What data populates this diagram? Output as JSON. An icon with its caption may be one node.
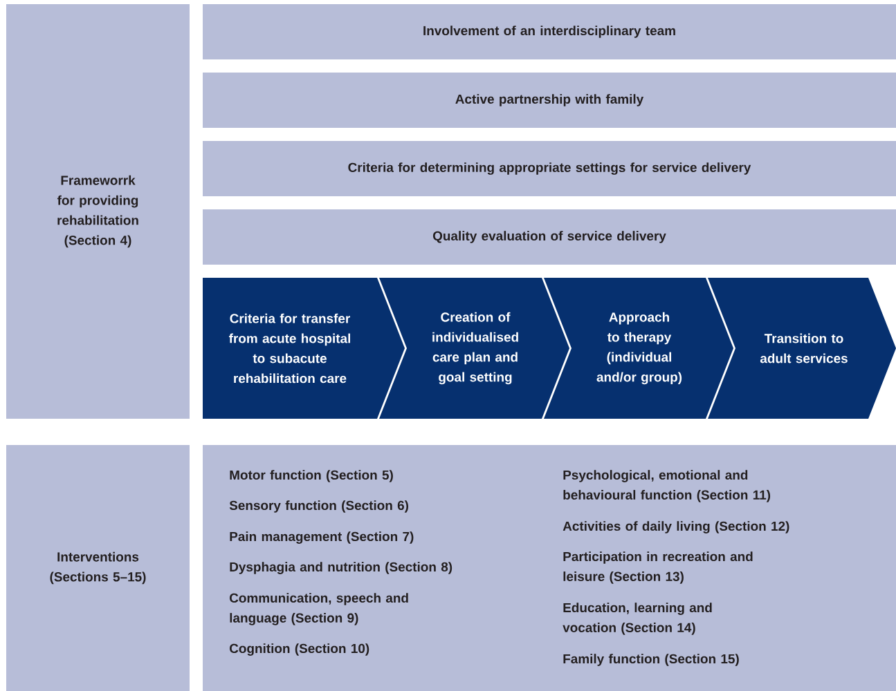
{
  "diagram": {
    "nodes": [
      {
        "text": [
          "Frameworrk for providing rehabilitation (Section 4)"
        ]
      },
      {
        "text": [
          "Involvement of an interdisciplinary team"
        ]
      },
      {
        "text": [
          "Active partnership with family"
        ]
      },
      {
        "text": [
          "Criteria for determining appropriate settings for service delivery"
        ]
      },
      {
        "text": [
          "Quality evaluation of service delivery"
        ]
      },
      {
        "text": [
          "Criteria for transfer from acute hospital to subacute rehabilitation care"
        ]
      },
      {
        "text": [
          "Creation of individualised care plan and goal setting"
        ]
      },
      {
        "text": [
          "Approach to therapy (individual and/or group)"
        ]
      },
      {
        "text": [
          "Transition to adult services"
        ]
      },
      {
        "text": [
          "Interventions (Sections 5–15)"
        ]
      },
      {
        "text": [
          "Motor function (Section 5)",
          "Sensory function (Section 6)",
          "Pain management (Section 7)",
          "Dysphagia and nutrition (Section 8)",
          "Communication, speech and language (Section 9)",
          "Cognition (Section 10)",
          "Psychological, emotional and behavioural function (Section 11)",
          "Activities of daily living (Section 12)",
          "Participation in recreation and leisure (Section 13)",
          "Education, learning and vocation (Section 14)",
          "Family function (Section 15)"
        ]
      }
    ],
    "edges": []
  }
}
